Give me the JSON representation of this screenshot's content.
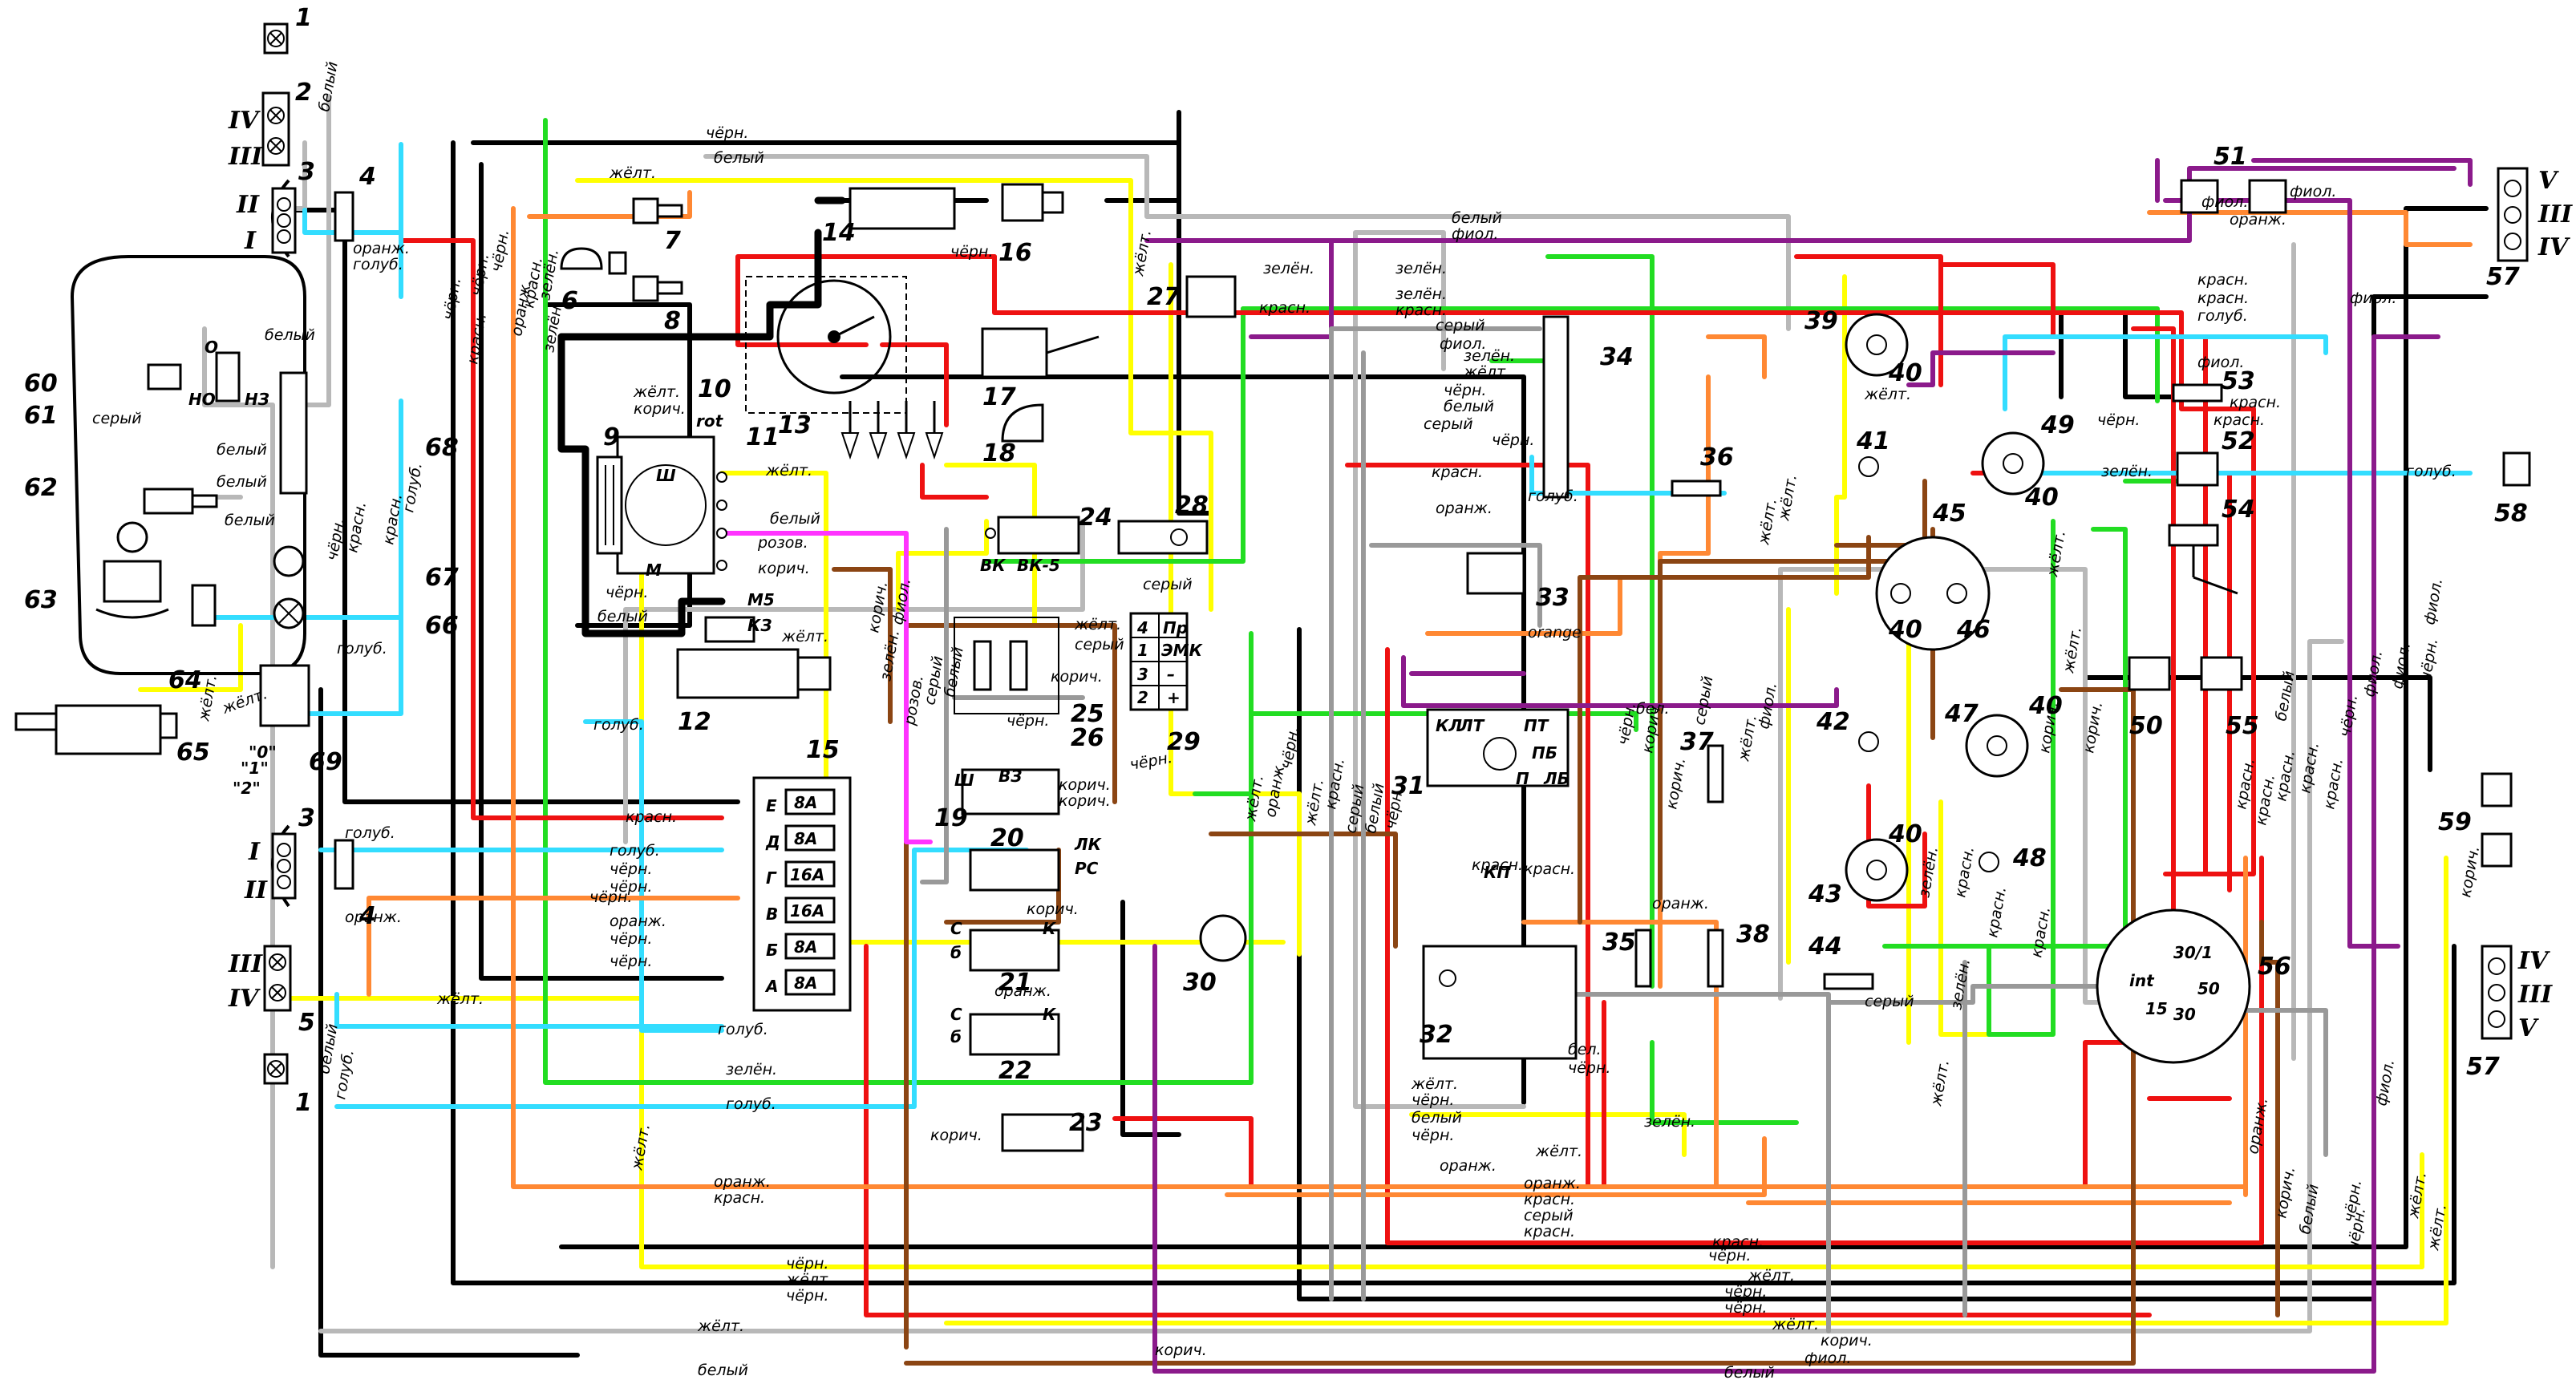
{
  "wire_colors": {
    "yellow": "#ffff00",
    "green": "#22dd22",
    "red": "#ee1111",
    "black": "#000000",
    "white": "#b8b8b8",
    "cyan": "#33ddff",
    "orange": "#ff8833",
    "brown": "#8b4513",
    "violet": "#8b1a8b",
    "grey": "#999999",
    "pink": "#ff33ff"
  },
  "wire_labels": {
    "black": "чёрн.",
    "white": "белый",
    "yellow": "жёлт.",
    "green": "зелён.",
    "red": "красн.",
    "blue": "голуб.",
    "orange": "оранж.",
    "brown": "корич.",
    "violet": "фиол.",
    "grey": "серый",
    "pink": "розов.",
    "orange_en": "orange",
    "bel": "бел."
  },
  "components": [
    "1",
    "2",
    "3",
    "4",
    "5",
    "6",
    "7",
    "8",
    "9",
    "10",
    "11",
    "12",
    "13",
    "14",
    "15",
    "16",
    "17",
    "18",
    "19",
    "20",
    "21",
    "22",
    "23",
    "24",
    "25",
    "26",
    "27",
    "28",
    "29",
    "30",
    "31",
    "32",
    "33",
    "34",
    "35",
    "36",
    "37",
    "38",
    "39",
    "40",
    "41",
    "42",
    "43",
    "44",
    "45",
    "46",
    "47",
    "48",
    "49",
    "50",
    "51",
    "52",
    "53",
    "54",
    "55",
    "56",
    "57",
    "58",
    "59",
    "60",
    "61",
    "62",
    "63",
    "64",
    "65",
    "66",
    "67",
    "68",
    "69"
  ],
  "roman": [
    "I",
    "II",
    "III",
    "IV",
    "V"
  ],
  "terminals": {
    "gen_sh": "Ш",
    "gen_m": "М",
    "rot": "rot",
    "m5": "М5",
    "kz": "КЗ",
    "vk": "ВК",
    "vk6": "ВК-5",
    "pr": "Пр",
    "emk": "ЭМК",
    "t4": "4",
    "t1": "1",
    "t3": "3",
    "t2": "2",
    "minus": "–",
    "plus": "+",
    "sh": "Ш",
    "vz": "ВЗ",
    "lk": "ЛК",
    "rs": "РС",
    "c": "С",
    "b": "б",
    "k": "К",
    "kl": "КЛ",
    "lt": "ЛТ",
    "pt": "ПТ",
    "pb": "ПБ",
    "p": "П",
    "lb": "ЛБ",
    "kp": "КП",
    "a": "А",
    "b2": "Б",
    "v": "В",
    "g": "Г",
    "d": "Д",
    "e": "Е",
    "fuse_8a": "8А",
    "fuse_16a": "16А",
    "n0": "НО",
    "n3": "НЗ",
    "o": "О",
    "int": "int",
    "t30_1": "30/1",
    "t15": "15",
    "t50": "50",
    "t30": "30",
    "pos_0": "\"0\"",
    "pos_1": "\"1\"",
    "pos_2": "\"2\""
  }
}
